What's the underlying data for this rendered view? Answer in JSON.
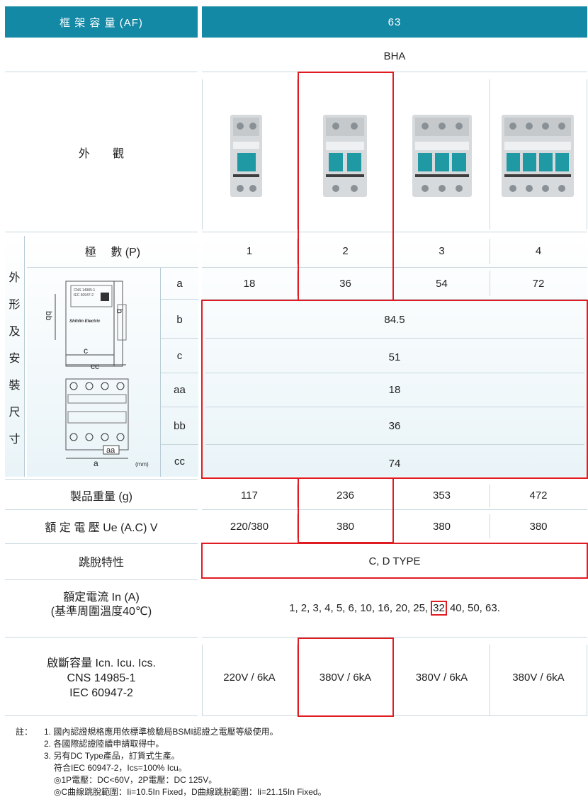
{
  "header": {
    "frame_label": "框 架 容 量 (AF)",
    "frame_value": "63"
  },
  "series": "BHA",
  "appearance_label": "外　　觀",
  "side_label": [
    "外",
    "形",
    "及",
    "安",
    "裝",
    "尺",
    "寸"
  ],
  "poles": {
    "label": "極　 數 (P)",
    "values": [
      "1",
      "2",
      "3",
      "4"
    ]
  },
  "dim_a": {
    "label": "a",
    "values": [
      "18",
      "36",
      "54",
      "72"
    ]
  },
  "dims_common": [
    {
      "label": "b",
      "value": "84.5"
    },
    {
      "label": "c",
      "value": "51"
    },
    {
      "label": "aa",
      "value": "18"
    },
    {
      "label": "bb",
      "value": "36"
    },
    {
      "label": "cc",
      "value": "74"
    }
  ],
  "diagram": {
    "bb": "bb",
    "b": "b",
    "c": "c",
    "cc": "cc",
    "aa": "aa",
    "a": "a",
    "unit": "(mm)",
    "brand": "Shihlin Electric"
  },
  "weight": {
    "label": "製品重量 (g)",
    "values": [
      "117",
      "236",
      "353",
      "472"
    ]
  },
  "voltage": {
    "label": "額 定 電 壓 Ue (A.C) V",
    "values": [
      "220/380",
      "380",
      "380",
      "380"
    ]
  },
  "trip": {
    "label": "跳脫特性",
    "value": "C, D TYPE"
  },
  "current": {
    "label1": "額定電流 In (A)",
    "label2": "(基準周圍溫度40℃)",
    "value_pre": "1, 2, 3, 4, 5, 6, 10, 16, 20, 25,",
    "value_hl": "32",
    "value_post": " 40, 50, 63."
  },
  "capacity": {
    "label1": "啟斷容量 Icn. Icu. Ics.",
    "label2": "CNS 14985-1",
    "label3": "IEC 60947-2",
    "values": [
      "220V / 6kA",
      "380V / 6kA",
      "380V / 6kA",
      "380V / 6kA"
    ]
  },
  "notes": {
    "title": "註：",
    "lines": [
      "1. 國內認證規格應用依標準檢驗局BSMI認證之電壓等級使用。",
      "2. 各國際認證陸續申請取得中。",
      "3. 另有DC Type產品，訂貨式生產。",
      "符合IEC 60947-2，Ics=100% Icu。",
      "◎1P電壓：DC<60V，2P電壓：DC 125V。",
      "◎C曲線跳脫範圍：Ii=10.5In Fixed，D曲線跳脫範圍：Ii=21.15In Fixed。"
    ]
  },
  "colors": {
    "header": "#1389a6",
    "highlight": "#e11b22"
  }
}
